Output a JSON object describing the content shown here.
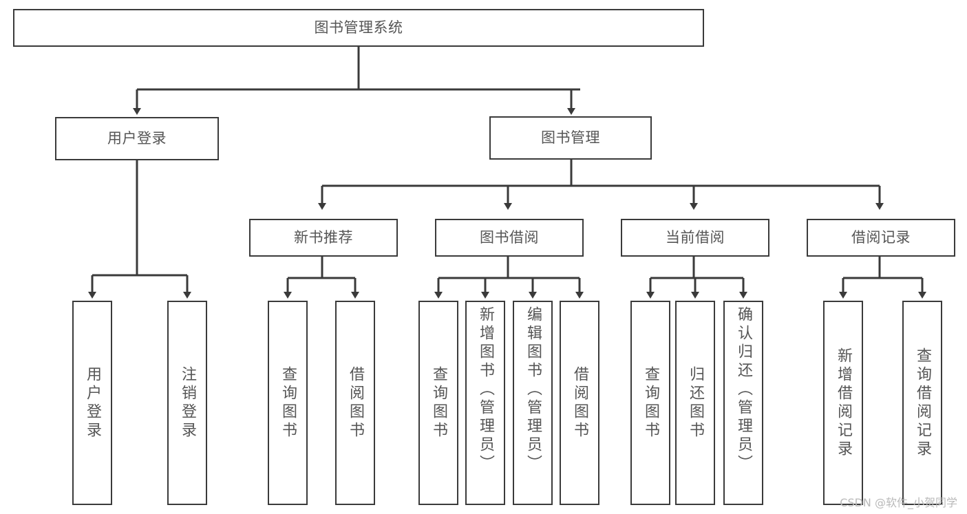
{
  "diagram": {
    "title": "图书管理系统",
    "type": "tree-hierarchy",
    "root": {
      "id": "root",
      "label": "图书管理系统"
    },
    "level2": [
      {
        "id": "user-login",
        "label": "用户登录"
      },
      {
        "id": "book-management",
        "label": "图书管理"
      }
    ],
    "level3": [
      {
        "id": "new-book-recommend",
        "label": "新书推荐"
      },
      {
        "id": "book-borrow",
        "label": "图书借阅"
      },
      {
        "id": "current-borrow",
        "label": "当前借阅"
      },
      {
        "id": "borrow-record",
        "label": "借阅记录"
      }
    ],
    "leaves": {
      "user_login": [
        {
          "id": "leaf-user-login",
          "label": "用户登录"
        },
        {
          "id": "leaf-logout-login",
          "label": "注销登录"
        }
      ],
      "new_book_recommend": [
        {
          "id": "leaf-query-book-1",
          "label": "查询图书"
        },
        {
          "id": "leaf-borrow-book-1",
          "label": "借阅图书"
        }
      ],
      "book_borrow": [
        {
          "id": "leaf-query-book-2",
          "label": "查询图书"
        },
        {
          "id": "leaf-add-book",
          "label": "新增图书（管理员）"
        },
        {
          "id": "leaf-edit-book",
          "label": "编辑图书（管理员）"
        },
        {
          "id": "leaf-borrow-book-2",
          "label": "借阅图书"
        }
      ],
      "current_borrow": [
        {
          "id": "leaf-query-book-3",
          "label": "查询图书"
        },
        {
          "id": "leaf-return-book",
          "label": "归还图书"
        },
        {
          "id": "leaf-confirm-return",
          "label": "确认归还（管理员）"
        }
      ],
      "borrow_record": [
        {
          "id": "leaf-add-record",
          "label": "新增借阅记录"
        },
        {
          "id": "leaf-query-record",
          "label": "查询借阅记录"
        }
      ]
    }
  },
  "watermark": {
    "text": "CSDN @软件_小贺同学"
  },
  "colors": {
    "border": "#3a3a3a",
    "text": "#555555",
    "background": "#ffffff",
    "watermark": "#b9b9b9"
  }
}
